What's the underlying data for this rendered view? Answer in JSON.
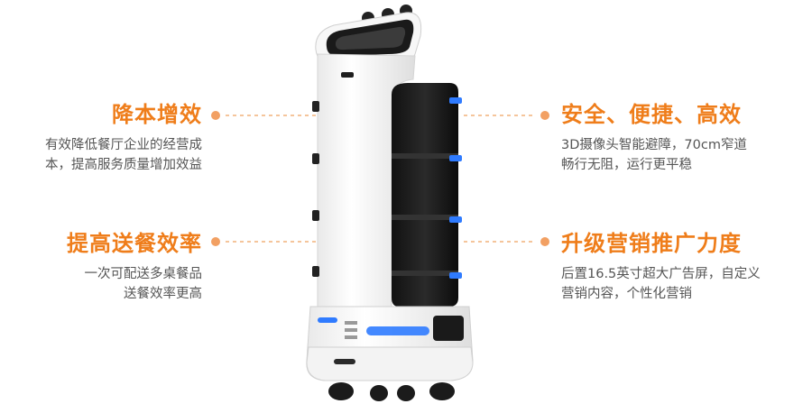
{
  "features": {
    "cost": {
      "title": "降本增效",
      "lines": [
        "有效降低餐厅企业的经营成",
        "本，提高服务质量增加效益"
      ]
    },
    "delivery": {
      "title": "提高送餐效率",
      "lines": [
        "一次可配送多桌餐品",
        "送餐效率更高"
      ]
    },
    "safety": {
      "title": "安全、便捷、高效",
      "lines": [
        "3D摄像头智能避障，70cm窄道",
        "畅行无阻，运行更平稳"
      ]
    },
    "marketing": {
      "title": "升级营销推广力度",
      "lines": [
        "后置16.5英寸超大广告屏，自定义",
        "营销内容，个性化营销"
      ]
    }
  },
  "colors": {
    "accent": "#ef7d1a",
    "text": "#555555",
    "robot_body": "#ffffff",
    "tray_glow": "#2f7bff"
  }
}
